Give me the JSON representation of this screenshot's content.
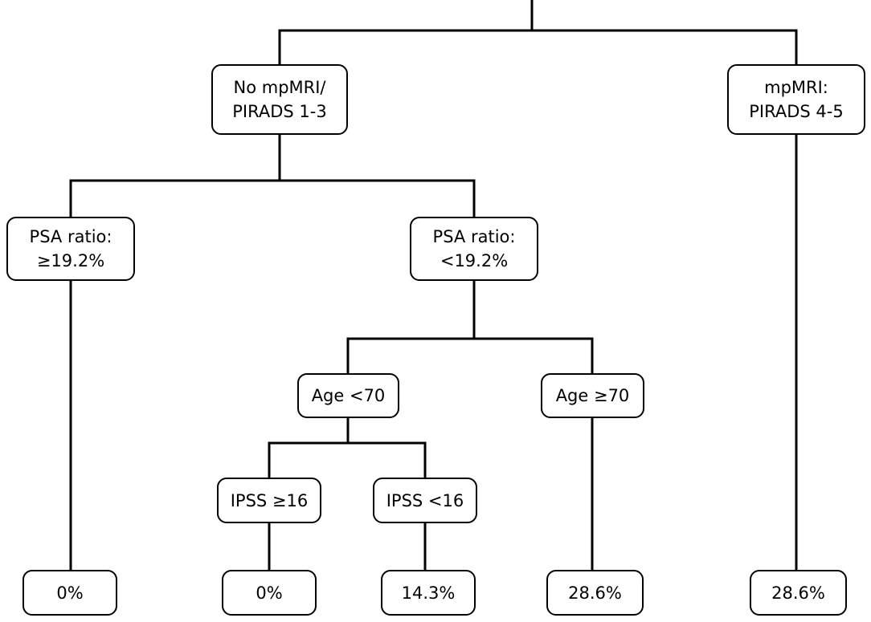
{
  "nodes": {
    "mri_neg": {
      "line1": "No mpMRI/",
      "line2": "PIRADS 1-3"
    },
    "mri_pos": {
      "line1": "mpMRI:",
      "line2": "PIRADS 4-5"
    },
    "psa_high": {
      "line1": "PSA ratio:",
      "line2": "≥19.2%"
    },
    "psa_low": {
      "line1": "PSA ratio:",
      "line2": "<19.2%"
    },
    "age_lt70": {
      "label": "Age <70"
    },
    "age_ge70": {
      "label": "Age ≥70"
    },
    "ipss_ge16": {
      "label": "IPSS ≥16"
    },
    "ipss_lt16": {
      "label": "IPSS <16"
    },
    "leaf_psa_high": {
      "label": "0%"
    },
    "leaf_ipss_ge16": {
      "label": "0%"
    },
    "leaf_ipss_lt16": {
      "label": "14.3%"
    },
    "leaf_age_ge70": {
      "label": "28.6%"
    },
    "leaf_mri_pos": {
      "label": "28.6%"
    }
  }
}
